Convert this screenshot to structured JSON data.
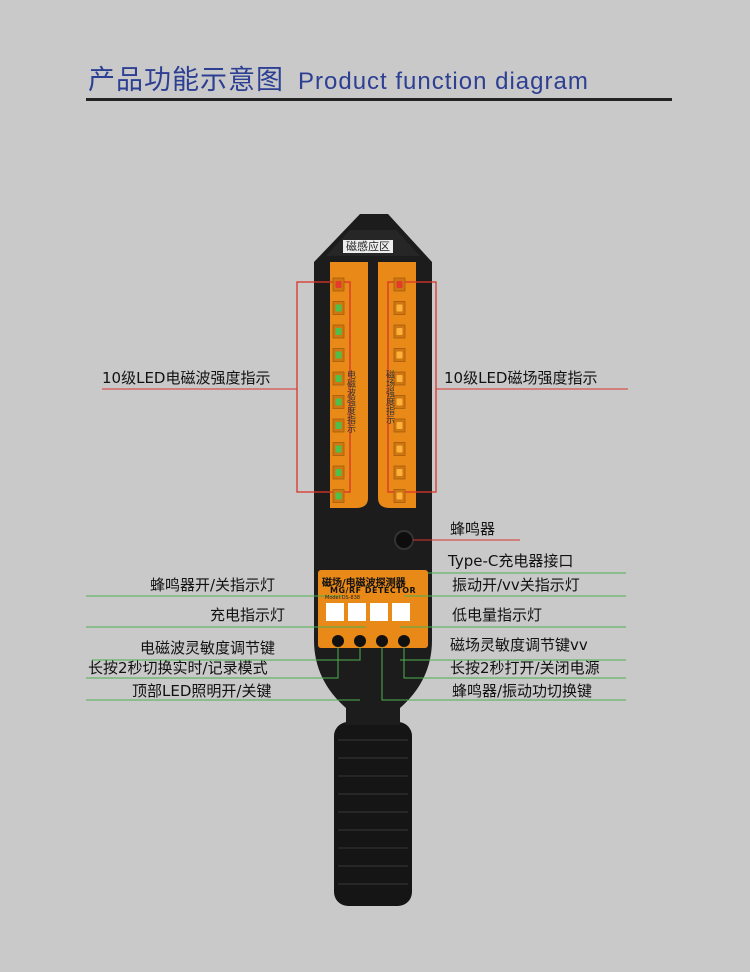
{
  "title": {
    "cn": "产品功能示意图",
    "en": "Product function diagram"
  },
  "device": {
    "top_label": "磁感应区",
    "left_column_caption": "电磁波强度指示",
    "right_column_caption": "磁场强度指示",
    "panel_cn": "磁场/电磁波探测器",
    "panel_en": "MG/RF DETECTOR",
    "model": "Model:DS-838",
    "left_leds": [
      "red",
      "green",
      "green",
      "green",
      "green",
      "green",
      "green",
      "green",
      "green",
      "green"
    ],
    "right_leds": [
      "red",
      "orange",
      "orange",
      "orange",
      "orange",
      "orange",
      "orange",
      "orange",
      "orange",
      "orange"
    ]
  },
  "callouts": {
    "left": [
      {
        "text": "10级LED电磁波强度指示"
      },
      {
        "text": "蜂鸣器开/关指示灯"
      },
      {
        "text": "充电指示灯"
      },
      {
        "text": "电磁波灵敏度调节键"
      },
      {
        "text": "长按2秒切换实时/记录模式"
      },
      {
        "text": "顶部LED照明开/关键"
      }
    ],
    "right": [
      {
        "text": "10级LED磁场强度指示"
      },
      {
        "text": "蜂鸣器"
      },
      {
        "text": "Type-C充电器接口"
      },
      {
        "text": "振动开/vv关指示灯"
      },
      {
        "text": "低电量指示灯"
      },
      {
        "text": "磁场灵敏度调节键vv"
      },
      {
        "text": "长按2秒打开/关闭电源"
      },
      {
        "text": "蜂鸣器/振动功切换键"
      }
    ]
  },
  "colors": {
    "title": "#2d3f93",
    "orange": "#e98a18",
    "body": "#1c1c1c",
    "red_line": "#d9352a",
    "green_line": "#4caf50"
  }
}
